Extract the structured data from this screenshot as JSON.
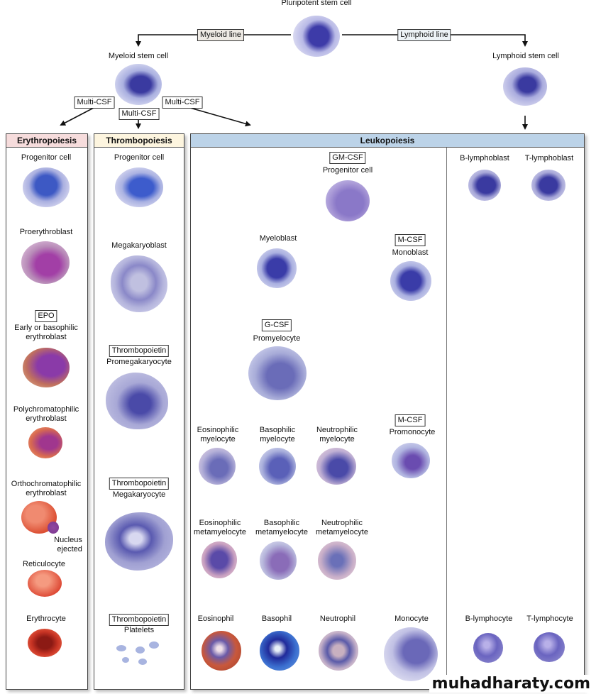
{
  "top": {
    "pluripotent_label": "Pluripotent stem cell",
    "myeloid_line": "Myeloid line",
    "lymphoid_line": "Lymphoid line",
    "myeloid_stem": "Myeloid stem cell",
    "lymphoid_stem": "Lymphoid stem cell",
    "multi_csf_left": "Multi-CSF",
    "multi_csf_mid": "Multi-CSF",
    "multi_csf_right": "Multi-CSF"
  },
  "erythropoiesis": {
    "title": "Erythropoiesis",
    "stages": [
      "Progenitor cell",
      "Proerythroblast",
      "Early or basophilic\nerythroblast",
      "Polychromatophilic\nerythroblast",
      "Orthochromatophilic\nerythroblast",
      "Reticulocyte",
      "Erythrocyte"
    ],
    "factor": "EPO",
    "nucleus_note": "Nucleus\nejected"
  },
  "thrombopoiesis": {
    "title": "Thrombopoiesis",
    "stages": [
      "Progenitor cell",
      "Megakaryoblast",
      "Promegakaryocyte",
      "Megakaryocyte",
      "Platelets"
    ],
    "factor": "Thrombopoietin"
  },
  "leukopoiesis": {
    "title": "Leukopoiesis",
    "gm_csf": "GM-CSF",
    "progenitor": "Progenitor cell",
    "myeloblast": "Myeloblast",
    "g_csf": "G-CSF",
    "promyelocyte": "Promyelocyte",
    "m_csf": "M-CSF",
    "monoblast": "Monoblast",
    "promonocyte": "Promonocyte",
    "monocyte": "Monocyte",
    "myelocytes": [
      "Eosinophilic\nmyelocyte",
      "Basophilic\nmyelocyte",
      "Neutrophilic\nmyelocyte"
    ],
    "metamyelocytes": [
      "Eosinophilic\nmetamyelocyte",
      "Basophilic\nmetamyelocyte",
      "Neutrophilic\nmetamyelocyte"
    ],
    "granulocytes": [
      "Eosinophil",
      "Basophil",
      "Neutrophil"
    ],
    "lymphoblasts": [
      "B-lymphoblast",
      "T-lymphoblast"
    ],
    "lymphocytes": [
      "B-lymphocyte",
      "T-lymphocyte"
    ]
  },
  "colors": {
    "erythro_header": "#f6dcdc",
    "thrombo_header": "#fdf5df",
    "leuko_header": "#bcd3e8"
  },
  "watermark": "muhadharaty.com"
}
